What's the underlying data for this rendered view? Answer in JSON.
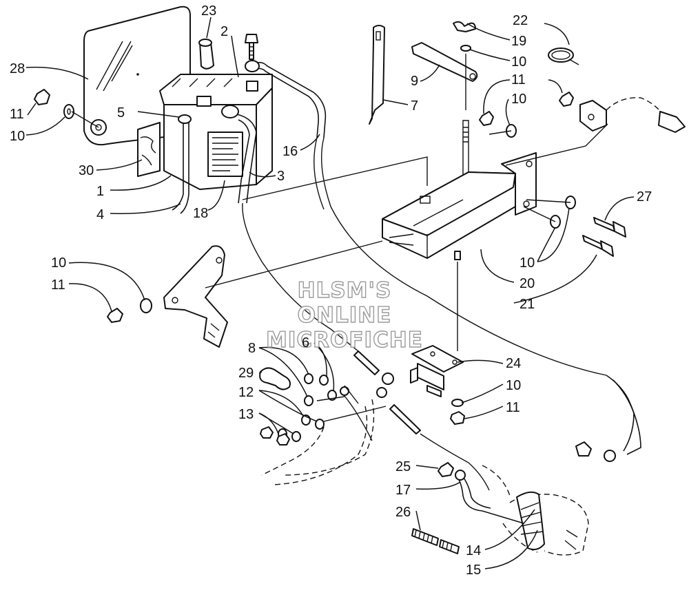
{
  "watermark": {
    "line1": "HLSM'S",
    "line2": "ONLINE",
    "line3": "MICROFICHE"
  },
  "callouts": [
    {
      "id": "c1",
      "text": "1"
    },
    {
      "id": "c2",
      "text": "2"
    },
    {
      "id": "c3",
      "text": "3"
    },
    {
      "id": "c4",
      "text": "4"
    },
    {
      "id": "c5",
      "text": "5"
    },
    {
      "id": "c6",
      "text": "6"
    },
    {
      "id": "c7",
      "text": "7"
    },
    {
      "id": "c8",
      "text": "8"
    },
    {
      "id": "c9",
      "text": "9"
    },
    {
      "id": "c10a",
      "text": "10"
    },
    {
      "id": "c10b",
      "text": "10"
    },
    {
      "id": "c10c",
      "text": "10"
    },
    {
      "id": "c10d",
      "text": "10"
    },
    {
      "id": "c10e",
      "text": "10"
    },
    {
      "id": "c10f",
      "text": "10"
    },
    {
      "id": "c11a",
      "text": "11"
    },
    {
      "id": "c11b",
      "text": "11"
    },
    {
      "id": "c11c",
      "text": "11"
    },
    {
      "id": "c11d",
      "text": "11"
    },
    {
      "id": "c12",
      "text": "12"
    },
    {
      "id": "c13",
      "text": "13"
    },
    {
      "id": "c14",
      "text": "14"
    },
    {
      "id": "c15",
      "text": "15"
    },
    {
      "id": "c16",
      "text": "16"
    },
    {
      "id": "c17",
      "text": "17"
    },
    {
      "id": "c18",
      "text": "18"
    },
    {
      "id": "c19",
      "text": "19"
    },
    {
      "id": "c20",
      "text": "20"
    },
    {
      "id": "c21",
      "text": "21"
    },
    {
      "id": "c22",
      "text": "22"
    },
    {
      "id": "c23",
      "text": "23"
    },
    {
      "id": "c24",
      "text": "24"
    },
    {
      "id": "c25",
      "text": "25"
    },
    {
      "id": "c26",
      "text": "26"
    },
    {
      "id": "c27",
      "text": "27"
    },
    {
      "id": "c28",
      "text": "28"
    },
    {
      "id": "c29",
      "text": "29"
    },
    {
      "id": "c30",
      "text": "30"
    }
  ]
}
